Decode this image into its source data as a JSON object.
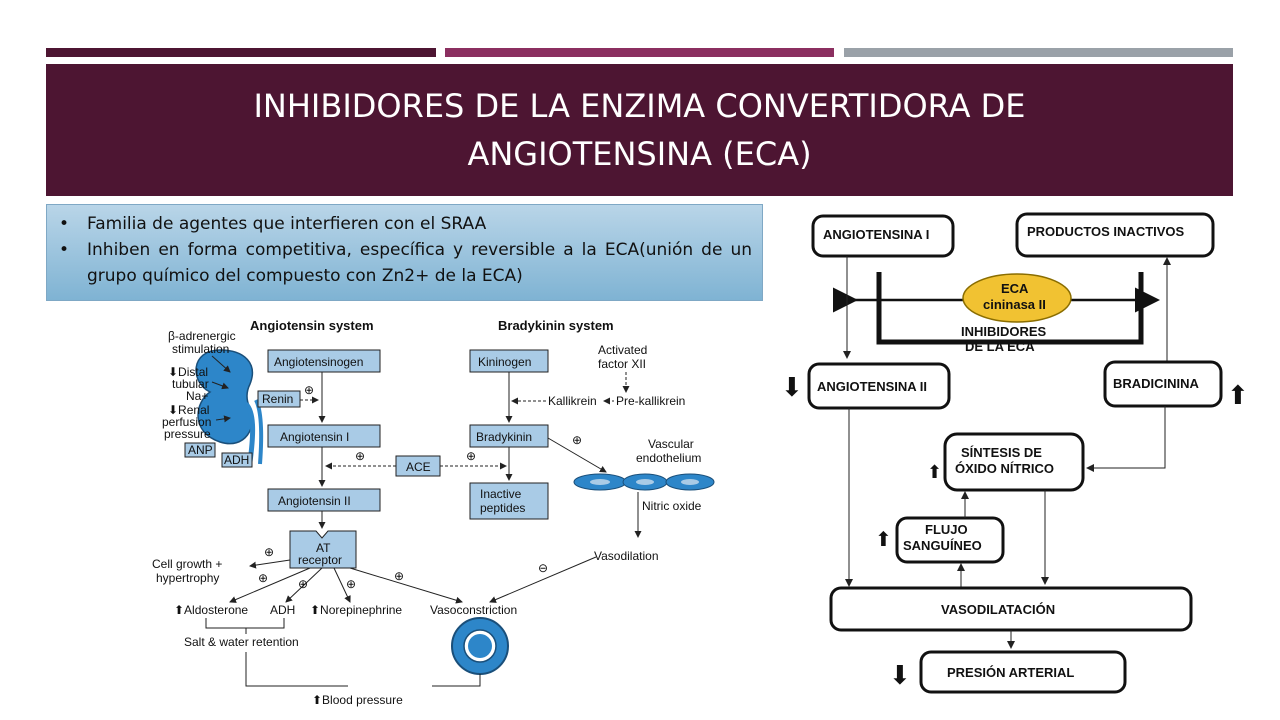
{
  "colors": {
    "bar1": "#4d1532",
    "bar2": "#8b2f60",
    "bar3": "#9aa1a8",
    "title_bg": "#4d1532",
    "kidney": "#2d86c9",
    "box_fill": "#a9cbe6"
  },
  "title": "INHIBIDORES DE LA ENZIMA CONVERTIDORA DE ANGIOTENSINA (ECA)",
  "bullets": [
    "Familia de agentes que interfieren con el SRAA",
    "Inhiben en forma competitiva, específica y reversible a la ECA(unión de un grupo químico del compuesto con Zn2+ de la ECA)"
  ],
  "left_diagram": {
    "angiotensin_heading": "Angiotensin system",
    "bradykinin_heading": "Bradykinin system",
    "beta1": "β-adrenergic",
    "beta2": "stimulation",
    "distal1": "⬇Distal",
    "distal2": "tubular",
    "distal3": "Na+",
    "renal1": "⬇Renal",
    "renal2": "perfusion",
    "renal3": "pressure",
    "anp": "ANP",
    "adh_box": "ADH",
    "renin": "Renin",
    "angiotensinogen": "Angiotensinogen",
    "angiotensin1": "Angiotensin I",
    "angiotensin2": "Angiotensin II",
    "ace": "ACE",
    "at1": "AT",
    "at2": "receptor",
    "kininogen": "Kininogen",
    "factor1": "Activated",
    "factor2": "factor XII",
    "kallikrein": "Kallikrein",
    "prekallikrein": "Pre-kallikrein",
    "bradykinin": "Bradykinin",
    "inactive1": "Inactive",
    "inactive2": "peptides",
    "vascular1": "Vascular",
    "vascular2": "endothelium",
    "nitric": "Nitric oxide",
    "vasodilation": "Vasodilation",
    "cell1": "Cell growth +",
    "cell2": "hypertrophy",
    "aldosterone": "⬆Aldosterone",
    "adh": "ADH",
    "norepinephrine": "⬆Norepinephrine",
    "vasoconstriction": "Vasoconstriction",
    "salt": "Salt & water retention",
    "bp": "⬆Blood pressure",
    "plus": "⊕",
    "minus": "⊖"
  },
  "right_diagram": {
    "angiotensina1": "ANGIOTENSINA I",
    "productos": "PRODUCTOS INACTIVOS",
    "eca1": "ECA",
    "eca2": "cininasa  II",
    "inhib1": "INHIBIDORES",
    "inhib2": "DE LA ECA",
    "angiotensina2": "ANGIOTENSINA II",
    "bradicinina": "BRADICININA",
    "sintesis1": "SÍNTESIS DE",
    "sintesis2": "ÓXIDO NÍTRICO",
    "flujo1": "FLUJO",
    "flujo2": "SANGUÍNEO",
    "vasodilatacion": "VASODILATACIÓN",
    "presion": "PRESIÓN ARTERIAL",
    "down_arrow": "⬇",
    "up_arrow": "⬆"
  }
}
